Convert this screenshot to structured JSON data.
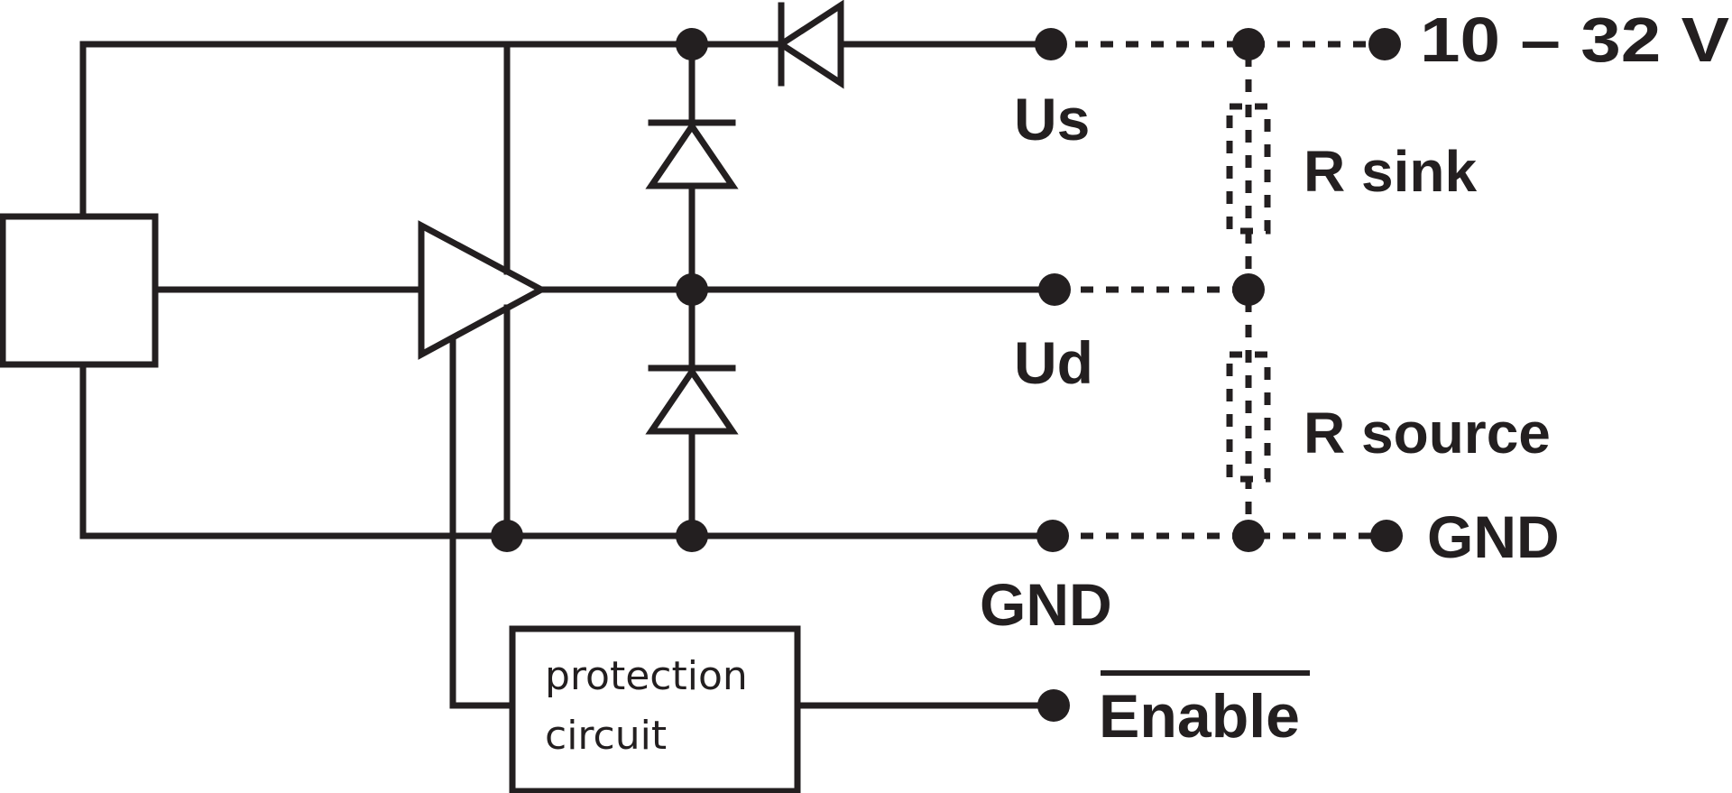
{
  "colors": {
    "ink": "#231f20",
    "background": "#ffffff"
  },
  "labels": {
    "supply_voltage": "10 – 32 V",
    "us": "Us",
    "ud": "Ud",
    "r_sink": "R sink",
    "r_source": "R source",
    "gnd_external": "GND",
    "gnd_internal": "GND",
    "enable": "Enable",
    "protection_line1": "protection",
    "protection_line2": "circuit"
  },
  "enable_overbar": true
}
